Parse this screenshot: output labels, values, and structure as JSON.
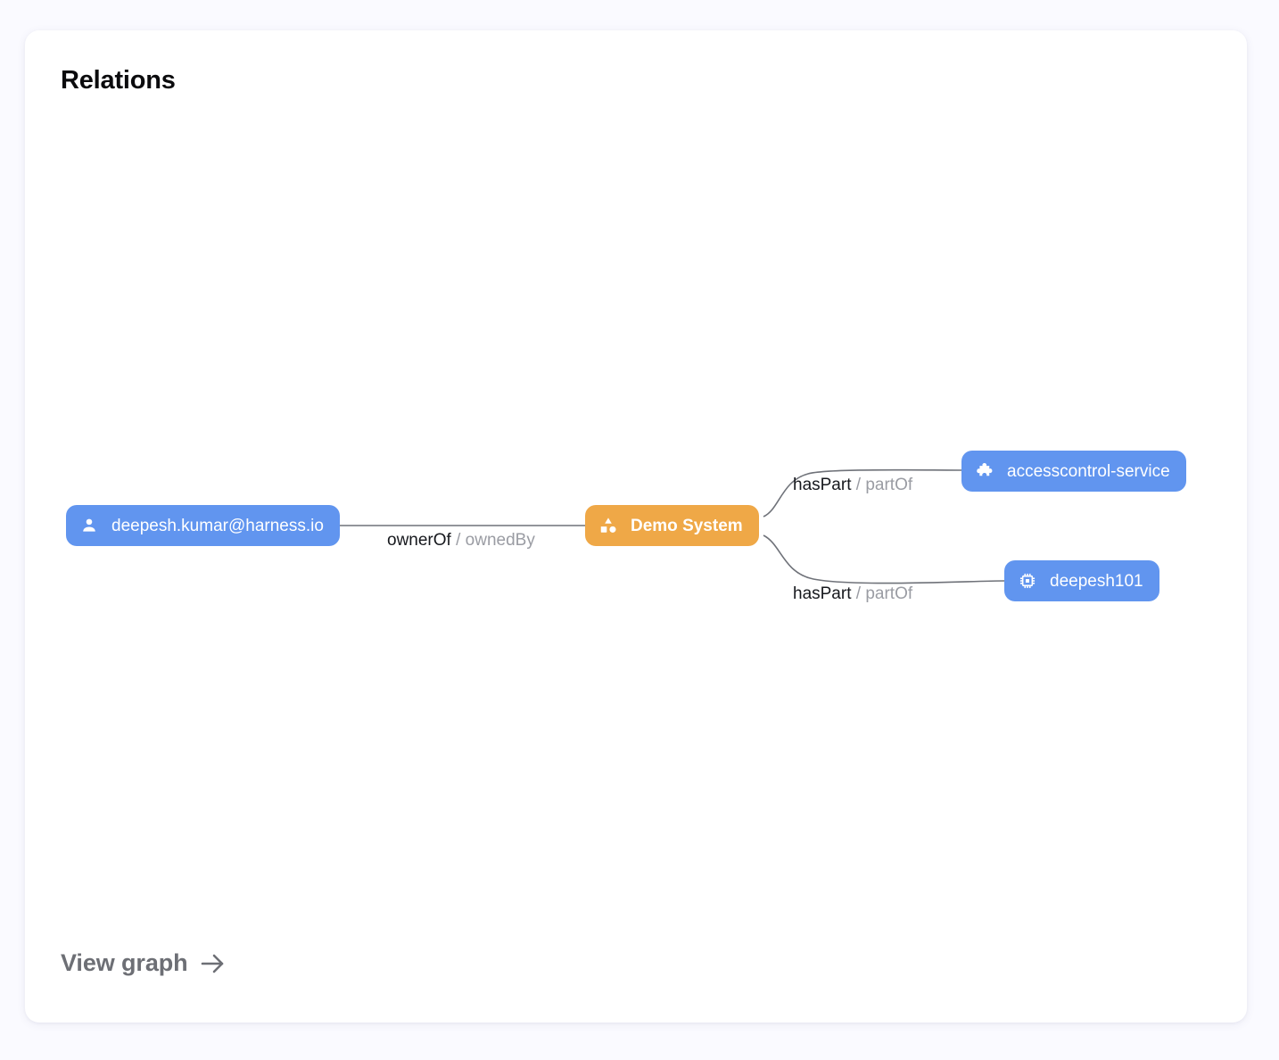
{
  "card": {
    "title": "Relations",
    "footer_link": {
      "label": "View graph",
      "icon": "arrow-right-icon"
    }
  },
  "graph": {
    "nodes": [
      {
        "id": "user",
        "label": "deepesh.kumar@harness.io",
        "icon": "person-icon",
        "kind": "user",
        "color": "#6195ef"
      },
      {
        "id": "system",
        "label": "Demo System",
        "icon": "category-shapes-icon",
        "kind": "system",
        "color": "#efa847"
      },
      {
        "id": "accesscontrol-service",
        "label": "accesscontrol-service",
        "icon": "puzzle-piece-icon",
        "kind": "component",
        "color": "#6195ef"
      },
      {
        "id": "deepesh101",
        "label": "deepesh101",
        "icon": "memory-chip-icon",
        "kind": "resource",
        "color": "#6195ef"
      }
    ],
    "edges": [
      {
        "from": "user",
        "to": "system",
        "forward": "ownerOf",
        "separator": "/",
        "reverse": "ownedBy"
      },
      {
        "from": "system",
        "to": "accesscontrol-service",
        "forward": "hasPart",
        "separator": "/",
        "reverse": "partOf"
      },
      {
        "from": "system",
        "to": "deepesh101",
        "forward": "hasPart",
        "separator": "/",
        "reverse": "partOf"
      }
    ],
    "edge_color": "#6f7279"
  },
  "colors": {
    "page_background": "#fafaff",
    "card_background": "#ffffff",
    "node_blue": "#6195ef",
    "node_orange": "#efa847",
    "title_text": "#0b0b0d",
    "muted_text": "#9a9ca3",
    "link_text": "#6d6f75"
  }
}
